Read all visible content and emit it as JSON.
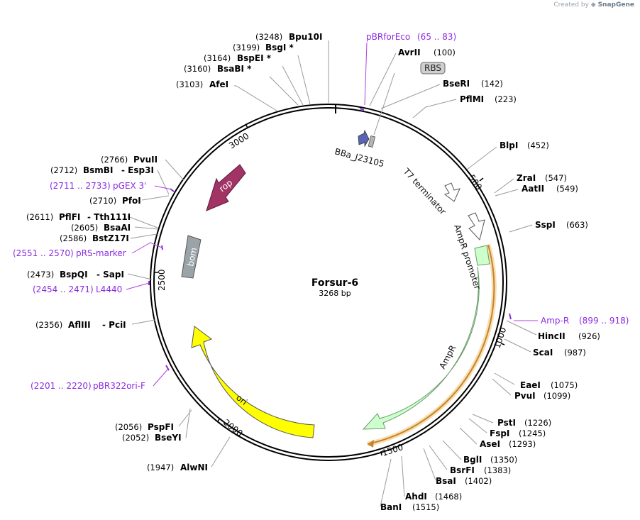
{
  "watermark": {
    "prefix": "Created by",
    "brand": "SnapGene"
  },
  "plasmid": {
    "name": "Forsur-6",
    "length": "3268 bp",
    "total_bp": 3268
  },
  "colors": {
    "backbone": "#000000",
    "primer": "#8a2be2",
    "AmpR": "#ccffcc",
    "ori": "#ffff00",
    "rop": "#a23465",
    "bom": "#9aa3a8",
    "BBa_J23105": "#5a64b4",
    "RBS": "#b5b5b5",
    "orf": "#e8a23a"
  },
  "ticks": [
    "500",
    "1000",
    "1500",
    "2000",
    "2500",
    "3000"
  ],
  "enzymes": [
    {
      "name": "Bpu10I",
      "pos": "(3248)"
    },
    {
      "name": "BsgI *",
      "pos": "(3199)"
    },
    {
      "name": "BspEI *",
      "pos": "(3164)"
    },
    {
      "name": "BsaBI *",
      "pos": "(3160)"
    },
    {
      "name": "AfeI",
      "pos": "(3103)"
    },
    {
      "name": "AvrII",
      "pos": "(100)"
    },
    {
      "name": "BseRI",
      "pos": "(142)"
    },
    {
      "name": "PflMI",
      "pos": "(223)"
    },
    {
      "name": "BlpI",
      "pos": "(452)"
    },
    {
      "name": "ZraI",
      "pos": "(547)"
    },
    {
      "name": "AatII",
      "pos": "(549)"
    },
    {
      "name": "SspI",
      "pos": "(663)"
    },
    {
      "name": "HincII",
      "pos": "(926)"
    },
    {
      "name": "ScaI",
      "pos": "(987)"
    },
    {
      "name": "EaeI",
      "pos": "(1075)"
    },
    {
      "name": "PvuI",
      "pos": "(1099)"
    },
    {
      "name": "PstI",
      "pos": "(1226)"
    },
    {
      "name": "FspI",
      "pos": "(1245)"
    },
    {
      "name": "AseI",
      "pos": "(1293)"
    },
    {
      "name": "BglI",
      "pos": "(1350)"
    },
    {
      "name": "BsrFI",
      "pos": "(1383)"
    },
    {
      "name": "BsaI",
      "pos": "(1402)"
    },
    {
      "name": "AhdI",
      "pos": "(1468)"
    },
    {
      "name": "BanI",
      "pos": "(1515)"
    },
    {
      "name": "AlwNI",
      "pos": "(1947)"
    },
    {
      "name": "BseYI",
      "pos": "(2052)"
    },
    {
      "name": "PspFI",
      "pos": "(2056)"
    },
    {
      "name": "AflIII",
      "pos": "(2356)"
    },
    {
      "name": "PciI",
      "pos": "- PciI"
    },
    {
      "name": "BspQI",
      "pos": "(2473)"
    },
    {
      "name": "SapI",
      "pos": "- SapI"
    },
    {
      "name": "BstZ17I",
      "pos": "(2586)"
    },
    {
      "name": "BsaAI",
      "pos": "(2605)"
    },
    {
      "name": "PflFI",
      "pos": "(2611)"
    },
    {
      "name": "Tth111I",
      "pos": "- Tth111I"
    },
    {
      "name": "PfoI",
      "pos": "(2710)"
    },
    {
      "name": "BsmBI",
      "pos": "(2712)"
    },
    {
      "name": "Esp3I",
      "pos": "- Esp3I"
    },
    {
      "name": "PvuII",
      "pos": "(2766)"
    }
  ],
  "primers": [
    {
      "name": "pBRforEco",
      "range": "(65 .. 83)"
    },
    {
      "name": "Amp-R",
      "range": "(899 .. 918)"
    },
    {
      "name": "pBR322ori-F",
      "range": "(2201 .. 2220)"
    },
    {
      "name": "L4440",
      "range": "(2454 .. 2471)"
    },
    {
      "name": "pRS-marker",
      "range": "(2551 .. 2570)"
    },
    {
      "name": "pGEX 3'",
      "range": "(2711 .. 2733)"
    }
  ],
  "features": [
    {
      "name": "RBS"
    },
    {
      "name": "BBa_J23105"
    },
    {
      "name": "T7 terminator"
    },
    {
      "name": "AmpR promoter"
    },
    {
      "name": "AmpR"
    },
    {
      "name": "ori"
    },
    {
      "name": "rop"
    },
    {
      "name": "bom"
    }
  ]
}
